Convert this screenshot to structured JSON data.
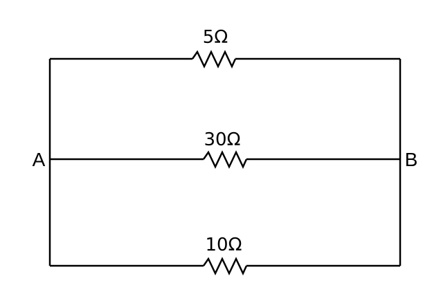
{
  "diagram": {
    "nodes": {
      "left": "A",
      "right": "B"
    },
    "resistors": [
      {
        "label": "5Ω"
      },
      {
        "label": "30Ω"
      },
      {
        "label": "10Ω"
      }
    ],
    "colors": {
      "stroke": "#000000",
      "background": "#ffffff"
    }
  }
}
